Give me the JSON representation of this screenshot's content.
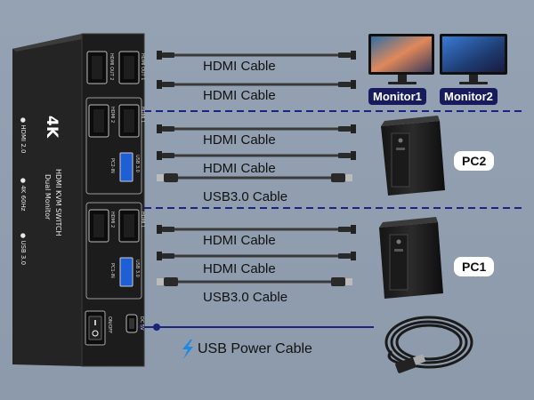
{
  "device": {
    "badge": "4K",
    "model_line1": "HDMI KVM SWITCH",
    "model_line2": "Dual Monitor",
    "spec_1": "● HDMI 2.0",
    "spec_2": "● 4K 60Hz",
    "spec_3": "● USB 3.0",
    "port_hdmi_out_1": "HDMI OUT 1",
    "port_hdmi_out_2": "HDMI OUT 2",
    "port_hdmi_1": "HDMI 1",
    "port_hdmi_2": "HDMI 2",
    "port_usb": "USB 3.0",
    "port_pc1_in": "PC1-IN",
    "port_pc2_in": "PC2-IN",
    "port_dc": "DC 5V",
    "switch_label": "ON/OFF"
  },
  "cables": {
    "monitor_1": "HDMI Cable",
    "monitor_2": "HDMI Cable",
    "pc2_hdmi_1": "HDMI Cable",
    "pc2_hdmi_2": "HDMI  Cable",
    "pc2_usb": "USB3.0 Cable",
    "pc1_hdmi_1": "HDMI Cable",
    "pc1_hdmi_2": "HDMI Cable",
    "pc1_usb": "USB3.0 Cable",
    "power": "USB Power Cable"
  },
  "tags": {
    "monitor1": "Monitor1",
    "monitor2": "Monitor2",
    "pc2": "PC2",
    "pc1": "PC1"
  },
  "icons": {
    "power_cable_icon": "lightning-bolt-icon"
  },
  "colors": {
    "background": "#8e9cad",
    "divider": "#1a237e",
    "tag_bg": "#171b5e",
    "bolt": "#1e88e5"
  }
}
